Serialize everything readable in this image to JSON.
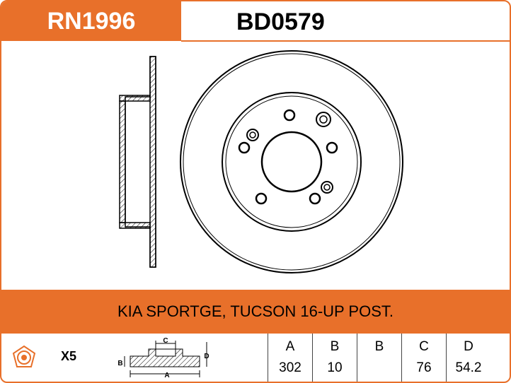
{
  "header": {
    "ref_code": "RN1996",
    "part_number": "BD0579"
  },
  "application": "KIA SPORTGE, TUCSON 16-UP POST.",
  "quantity": "X5",
  "diagram_labels": {
    "a": "A",
    "b": "B",
    "c": "C",
    "d": "D"
  },
  "specs": [
    {
      "label": "A",
      "value": "302"
    },
    {
      "label": "B",
      "value": "10"
    },
    {
      "label": "B",
      "value": ""
    },
    {
      "label": "C",
      "value": "76"
    },
    {
      "label": "D",
      "value": "54.2"
    }
  ],
  "colors": {
    "accent": "#e8702a",
    "line": "#000000"
  }
}
